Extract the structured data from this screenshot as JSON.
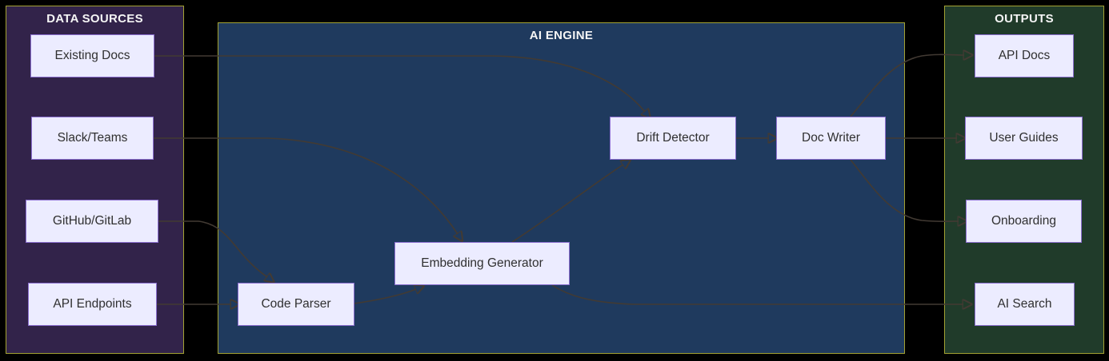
{
  "diagram": {
    "panels": {
      "data_sources": {
        "title": "DATA SOURCES"
      },
      "ai_engine": {
        "title": "AI ENGINE"
      },
      "outputs": {
        "title": "OUTPUTS"
      }
    },
    "nodes": {
      "existing_docs": {
        "label": "Existing Docs"
      },
      "slack_teams": {
        "label": "Slack/Teams"
      },
      "github_gitlab": {
        "label": "GitHub/GitLab"
      },
      "api_endpoints": {
        "label": "API Endpoints"
      },
      "code_parser": {
        "label": "Code Parser"
      },
      "embedding_generator": {
        "label": "Embedding Generator"
      },
      "drift_detector": {
        "label": "Drift Detector"
      },
      "doc_writer": {
        "label": "Doc Writer"
      },
      "api_docs": {
        "label": "API Docs"
      },
      "user_guides": {
        "label": "User Guides"
      },
      "onboarding": {
        "label": "Onboarding"
      },
      "ai_search": {
        "label": "AI Search"
      }
    },
    "edges": [
      {
        "from": "Existing Docs",
        "to": "Drift Detector"
      },
      {
        "from": "Slack/Teams",
        "to": "Embedding Generator"
      },
      {
        "from": "GitHub/GitLab",
        "to": "Code Parser"
      },
      {
        "from": "API Endpoints",
        "to": "Code Parser"
      },
      {
        "from": "Code Parser",
        "to": "Embedding Generator"
      },
      {
        "from": "Embedding Generator",
        "to": "Drift Detector"
      },
      {
        "from": "Drift Detector",
        "to": "Doc Writer"
      },
      {
        "from": "Doc Writer",
        "to": "API Docs"
      },
      {
        "from": "Doc Writer",
        "to": "User Guides"
      },
      {
        "from": "Doc Writer",
        "to": "Onboarding"
      },
      {
        "from": "Embedding Generator",
        "to": "AI Search"
      }
    ],
    "colors": {
      "background": "#000000",
      "panel_border": "#a3a233",
      "data_sources_bg": "#32234a",
      "ai_engine_bg": "#1f3a5e",
      "outputs_bg": "#203b2a",
      "node_bg": "#ececff",
      "node_border": "#8b6fd0",
      "node_text": "#303030",
      "title_text": "#f5f5f5",
      "edge": "#423a33"
    }
  }
}
